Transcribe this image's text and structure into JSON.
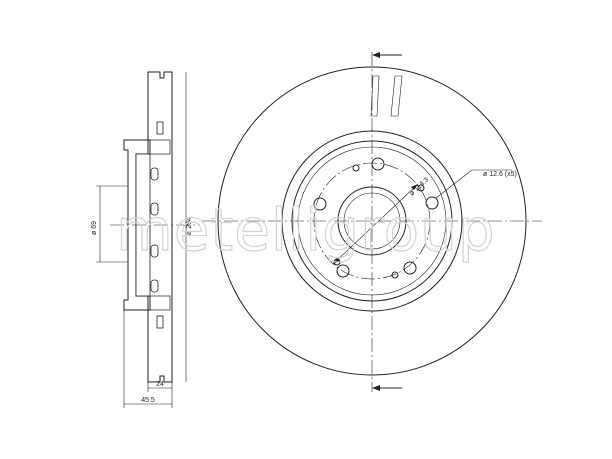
{
  "watermark": {
    "text": "metelligroup"
  },
  "side_view": {
    "hub_bore_label": "ø 69",
    "disc_diameter_label": "ø 294",
    "thickness_label": "24",
    "overall_height_label": "45.5"
  },
  "front_view": {
    "bolt_circle_label": "ø 114.3",
    "bolt_hole_label": "ø 12.6 (x5)"
  },
  "colors": {
    "line": "#222222",
    "watermark": "#d4d4d4",
    "background": "#ffffff"
  }
}
